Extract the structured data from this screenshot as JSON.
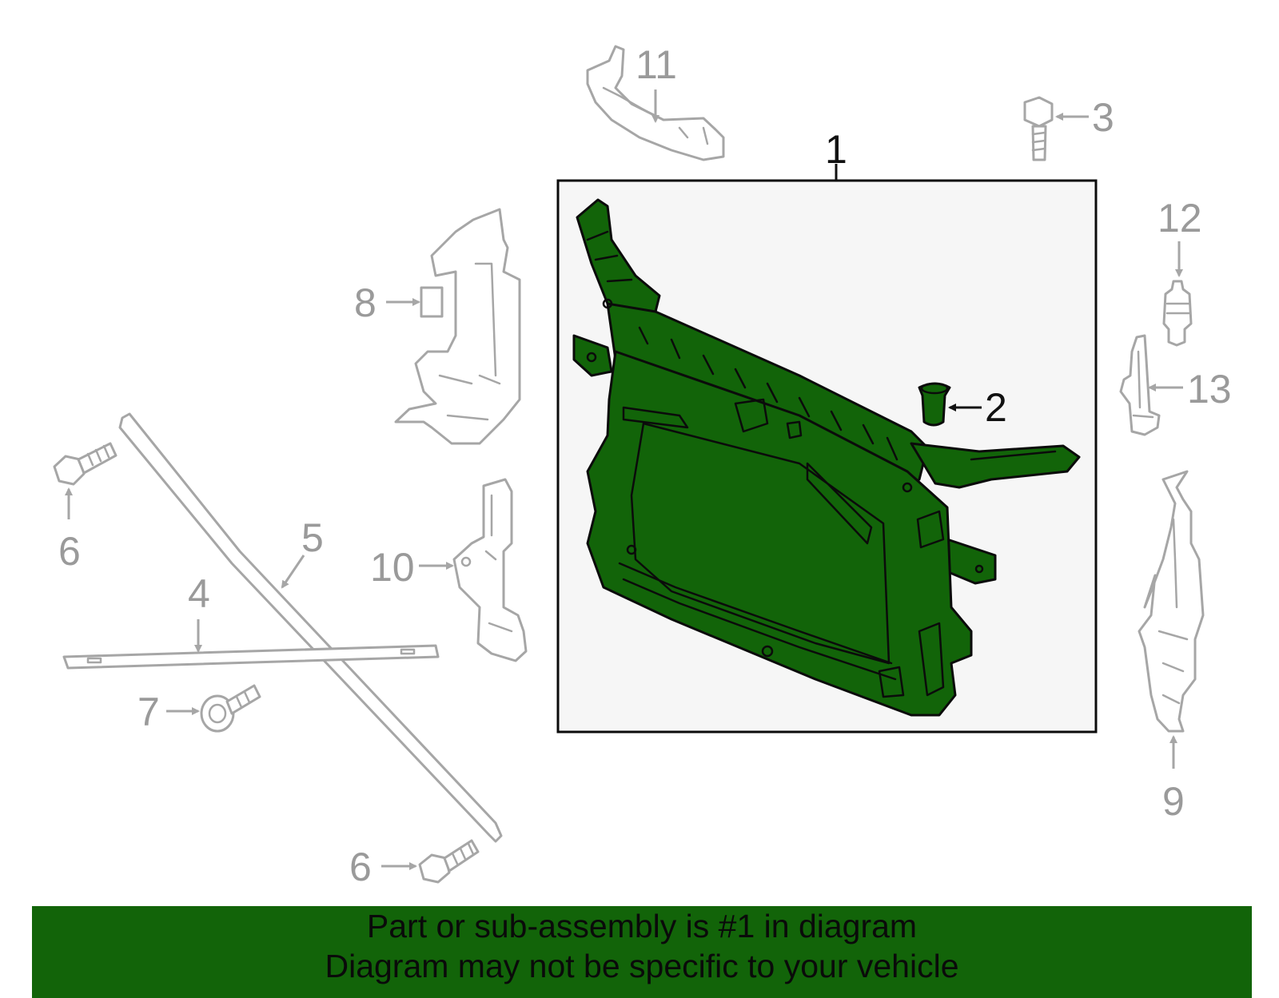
{
  "colors": {
    "highlight_part": "#126409",
    "banner_background": "#126409",
    "callout_text": "#9a9a9a",
    "outline": "#a6a6a6",
    "main_box_fill": "#f6f6f6"
  },
  "callouts": {
    "c1": "1",
    "c2": "2",
    "c3": "3",
    "c4": "4",
    "c5": "5",
    "c6a": "6",
    "c6b": "6",
    "c7": "7",
    "c8": "8",
    "c9": "9",
    "c10": "10",
    "c11": "11",
    "c12": "12",
    "c13": "13"
  },
  "banner": {
    "line1": "Part or sub-assembly is #1 in diagram",
    "line2": "Diagram may not be specific to your vehicle"
  }
}
